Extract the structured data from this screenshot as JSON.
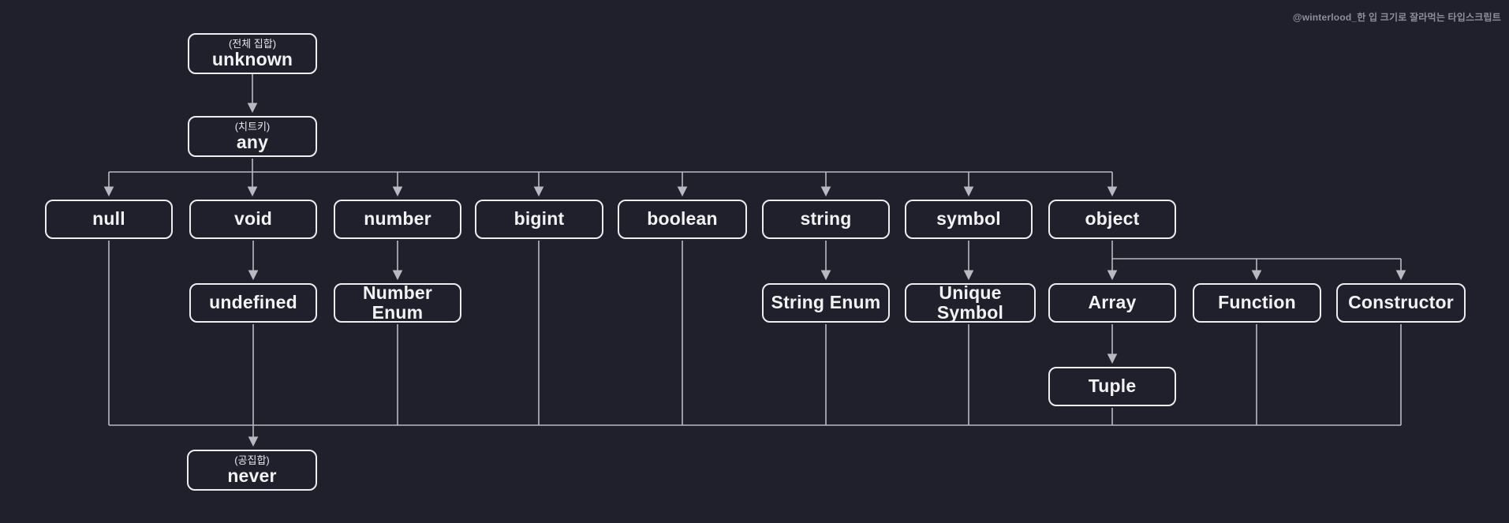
{
  "watermark": "@winterlood_한 입 크기로 잘라먹는 타입스크립트",
  "colors": {
    "background": "#201f2c",
    "box_border": "#ededed",
    "connector_line": "#b9b9c1",
    "label_text": "#f2f2f2",
    "watermark_text": "#8f8f99"
  },
  "nodes": {
    "unknown": {
      "sublabel": "(전체 집합)",
      "label": "unknown"
    },
    "any": {
      "sublabel": "(치트키)",
      "label": "any"
    },
    "null": {
      "label": "null"
    },
    "void": {
      "label": "void"
    },
    "number": {
      "label": "number"
    },
    "bigint": {
      "label": "bigint"
    },
    "boolean": {
      "label": "boolean"
    },
    "string": {
      "label": "string"
    },
    "symbol": {
      "label": "symbol"
    },
    "object": {
      "label": "object"
    },
    "undefined": {
      "label": "undefined"
    },
    "number_enum": {
      "label": "Number Enum"
    },
    "string_enum": {
      "label": "String Enum"
    },
    "unique_symbol": {
      "label": "Unique Symbol"
    },
    "array": {
      "label": "Array"
    },
    "function": {
      "label": "Function"
    },
    "constructor": {
      "label": "Constructor"
    },
    "tuple": {
      "label": "Tuple"
    },
    "never": {
      "sublabel": "(공집합)",
      "label": "never"
    }
  },
  "edges": [
    {
      "from": "unknown",
      "to": "any"
    },
    {
      "from": "any",
      "to": "null"
    },
    {
      "from": "any",
      "to": "void"
    },
    {
      "from": "any",
      "to": "number"
    },
    {
      "from": "any",
      "to": "bigint"
    },
    {
      "from": "any",
      "to": "boolean"
    },
    {
      "from": "any",
      "to": "string"
    },
    {
      "from": "any",
      "to": "symbol"
    },
    {
      "from": "any",
      "to": "object"
    },
    {
      "from": "void",
      "to": "undefined"
    },
    {
      "from": "number",
      "to": "number_enum"
    },
    {
      "from": "string",
      "to": "string_enum"
    },
    {
      "from": "symbol",
      "to": "unique_symbol"
    },
    {
      "from": "object",
      "to": "array"
    },
    {
      "from": "object",
      "to": "function"
    },
    {
      "from": "object",
      "to": "constructor"
    },
    {
      "from": "array",
      "to": "tuple"
    },
    {
      "from": "null",
      "to": "never"
    },
    {
      "from": "undefined",
      "to": "never"
    },
    {
      "from": "number_enum",
      "to": "never"
    },
    {
      "from": "bigint",
      "to": "never"
    },
    {
      "from": "boolean",
      "to": "never"
    },
    {
      "from": "string_enum",
      "to": "never"
    },
    {
      "from": "unique_symbol",
      "to": "never"
    },
    {
      "from": "tuple",
      "to": "never"
    },
    {
      "from": "function",
      "to": "never"
    },
    {
      "from": "constructor",
      "to": "never"
    }
  ]
}
